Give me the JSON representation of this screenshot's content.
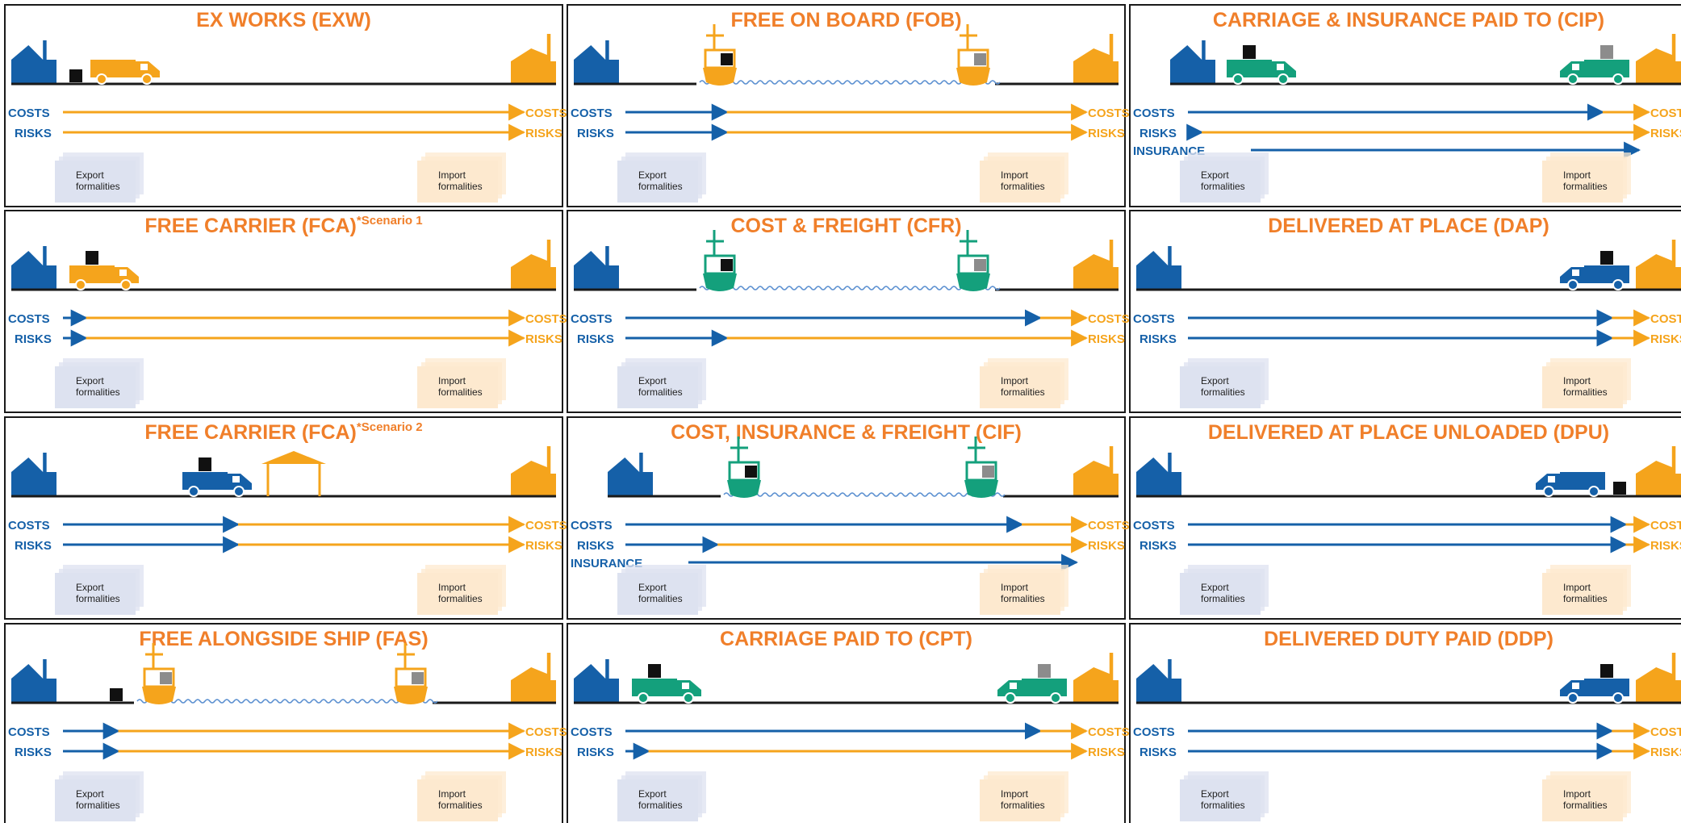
{
  "colors": {
    "seller": "#1560a8",
    "buyer": "#f5a41c",
    "title": "#f07f2a",
    "green": "#14a07c",
    "border": "#1a1a1a",
    "line": "#1a1a1a",
    "water": "#5a8fd0",
    "export_bg": "#dde2f0",
    "import_bg": "#fde9cf"
  },
  "labels": {
    "costs": "COSTS",
    "risks": "RISKS",
    "insurance": "INSURANCE",
    "export_line1": "Export",
    "export_line2": "formalities",
    "import_line1": "Import",
    "import_line2": "formalities"
  },
  "panels": [
    {
      "id": "exw",
      "title": "EX WORKS (EXW)",
      "scene": "exw",
      "costs_split": 0.0,
      "risks_split": 0.0,
      "insurance": false
    },
    {
      "id": "fob",
      "title": "FREE ON BOARD (FOB)",
      "scene": "fob",
      "costs_split": 0.22,
      "risks_split": 0.22,
      "insurance": false
    },
    {
      "id": "cip",
      "title": "CARRIAGE & INSURANCE PAID TO (CIP)",
      "scene": "cip",
      "costs_split": 0.9,
      "risks_split": 0.03,
      "insurance": true
    },
    {
      "id": "fca1",
      "title": "FREE CARRIER (FCA)",
      "superscript": "*Scenario 1",
      "scene": "fca1",
      "costs_split": 0.05,
      "risks_split": 0.05,
      "insurance": false
    },
    {
      "id": "cfr",
      "title": "COST & FREIGHT (CFR)",
      "scene": "cfr",
      "costs_split": 0.9,
      "risks_split": 0.22,
      "insurance": false
    },
    {
      "id": "dap",
      "title": "DELIVERED AT PLACE (DAP)",
      "scene": "dap",
      "costs_split": 0.92,
      "risks_split": 0.92,
      "insurance": false
    },
    {
      "id": "fca2",
      "title": "FREE CARRIER (FCA)",
      "superscript": "*Scenario 2",
      "scene": "fca2",
      "costs_split": 0.38,
      "risks_split": 0.38,
      "insurance": false
    },
    {
      "id": "cif",
      "title": "COST, INSURANCE & FREIGHT (CIF)",
      "scene": "cif",
      "costs_split": 0.86,
      "risks_split": 0.2,
      "insurance": true
    },
    {
      "id": "dpu",
      "title": "DELIVERED AT PLACE UNLOADED (DPU)",
      "scene": "dpu",
      "costs_split": 0.95,
      "risks_split": 0.95,
      "insurance": false
    },
    {
      "id": "fas",
      "title": "FREE ALONGSIDE SHIP (FAS)",
      "scene": "fas",
      "costs_split": 0.12,
      "risks_split": 0.12,
      "insurance": false
    },
    {
      "id": "cpt",
      "title": "CARRIAGE PAID TO (CPT)",
      "scene": "cpt",
      "costs_split": 0.9,
      "risks_split": 0.05,
      "insurance": false
    },
    {
      "id": "ddp",
      "title": "DELIVERED DUTY PAID (DDP)",
      "scene": "ddp",
      "costs_split": 0.92,
      "risks_split": 0.92,
      "insurance": false
    }
  ]
}
